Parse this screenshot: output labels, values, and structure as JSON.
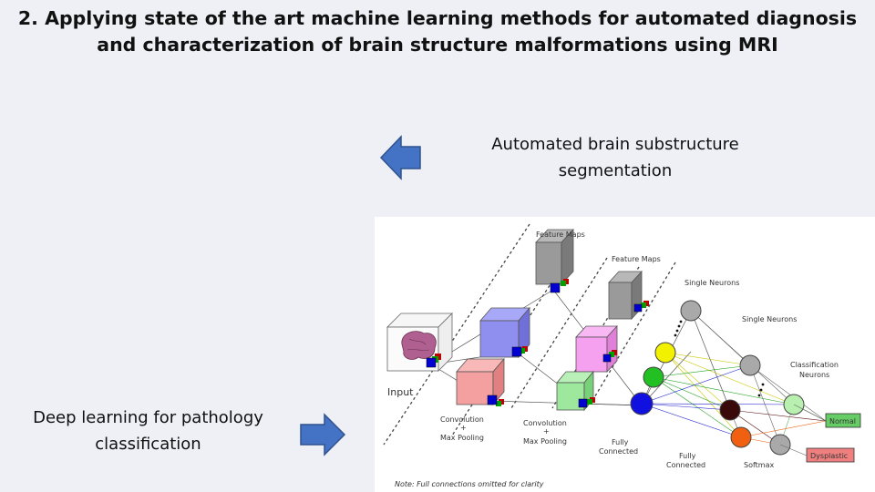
{
  "title": {
    "line1": "2. Applying state of the art machine learning methods for automated diagnosis",
    "line2": "and characterization of brain structure malformations using MRI"
  },
  "captions": {
    "segmentation": {
      "line1": "Automated brain substructure",
      "line2": "segmentation"
    },
    "deep_learning": {
      "line1": "Deep learning for pathology",
      "line2": "classification"
    }
  },
  "colors": {
    "arrow_fill": "#4472c4",
    "arrow_stroke": "#2f528f",
    "cube_red": "#f4a0a0",
    "cube_blue": "#8f8ff0",
    "cube_gray": "#9a9a9a",
    "cube_pink": "#f6a0f0",
    "cube_green": "#9ee89e",
    "neuron_gray": "#a9a9a9",
    "neuron_yellow": "#f2f200",
    "neuron_green": "#22c022",
    "neuron_blue": "#1010e0",
    "neuron_brown": "#3a0a0a",
    "neuron_orange": "#f06010",
    "neuron_lightgreen": "#b8f0b0",
    "normal_box": "#66cc66",
    "dysplastic_box": "#f08080"
  },
  "diagram": {
    "feature_maps_1": "Feature Maps",
    "feature_maps_2": "Feature Maps",
    "single_neurons_1": "Single Neurons",
    "single_neurons_2": "Single Neurons",
    "classification_neurons_1": "Classification",
    "classification_neurons_2": "Neurons",
    "input": "Input",
    "conv1_line1": "Convolution",
    "conv1_line2": "+",
    "conv1_line3": "Max Pooling",
    "conv2_line1": "Convolution",
    "conv2_line2": "+",
    "conv2_line3": "Max Pooling",
    "fc1_line1": "Fully",
    "fc1_line2": "Connected",
    "fc2_line1": "Fully",
    "fc2_line2": "Connected",
    "softmax": "Softmax",
    "normal": "Normal",
    "dysplastic": "Dysplastic",
    "note": "Note: Full connections omitted for clarity"
  }
}
